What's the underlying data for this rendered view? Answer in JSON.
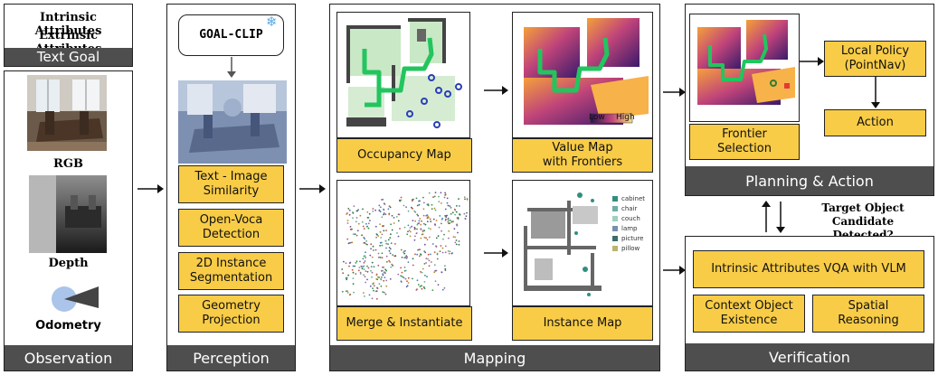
{
  "text_goal": {
    "line1": "Intrinsic Attributes",
    "line2": "Extrinsic Attributes",
    "label": "Text Goal"
  },
  "observation": {
    "rgb_label": "RGB",
    "depth_label": "Depth",
    "odometry_label": "Odometry",
    "footer": "Observation"
  },
  "perception": {
    "goal_clip": "GOAL-CLIP",
    "items": [
      "Text - Image\nSimilarity",
      "Open-Voca\nDetection",
      "2D Instance\nSegmentation",
      "Geometry\nProjection"
    ],
    "footer": "Perception"
  },
  "mapping": {
    "occupancy_map": "Occupancy Map",
    "value_map": "Value Map\nwith Frontiers",
    "value_low": "Low",
    "value_high": "High",
    "merge": "Merge & Instantiate",
    "instance_map": "Instance Map",
    "legend": [
      "cabinet",
      "chair",
      "couch",
      "lamp",
      "picture",
      "pillow"
    ],
    "footer": "Mapping"
  },
  "planning": {
    "frontier": "Frontier\nSelection",
    "local_policy": "Local Policy\n(PointNav)",
    "action": "Action",
    "footer": "Planning & Action"
  },
  "candidate_question": "Target Object Candidate\nDetected?",
  "verification": {
    "vqa": "Intrinsic Attributes VQA with VLM",
    "context": "Context Object\nExistence",
    "spatial": "Spatial\nReasoning",
    "footer": "Verification"
  },
  "colors": {
    "yellow": "#f8cc47",
    "footer_gray": "#4e4e4e",
    "path_green": "#22c55e",
    "snow_blue": "#5aa9e6"
  }
}
